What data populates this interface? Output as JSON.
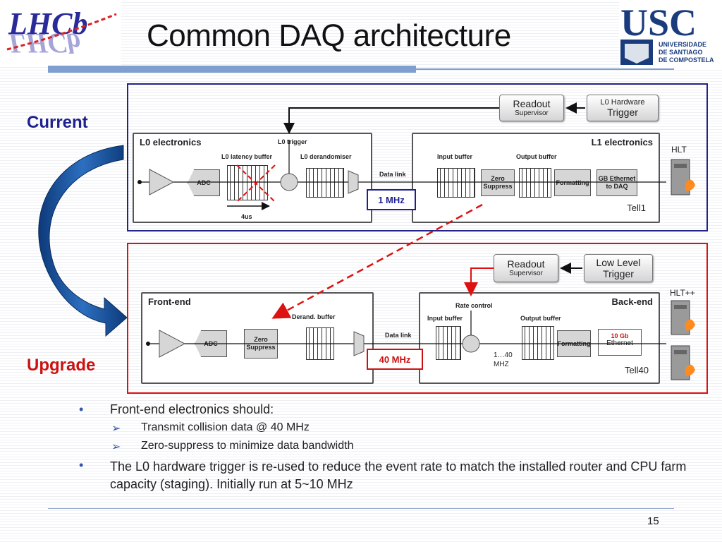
{
  "title": "Common DAQ architecture",
  "logos": {
    "left_text": "LHCb",
    "right_text": "USC",
    "right_sub": [
      "UNIVERSIDADE",
      "DE SANTIAGO",
      "DE COMPOSTELA"
    ]
  },
  "labels": {
    "current": "Current",
    "upgrade": "Upgrade"
  },
  "current": {
    "readout": {
      "line1": "Readout",
      "line2": "Supervisor"
    },
    "trigger": {
      "line1": "L0 Hardware",
      "line2": "Trigger"
    },
    "left_panel": {
      "title": "L0 electronics",
      "l0_trigger": "L0 trigger",
      "latency": "L0 latency buffer",
      "derand": "L0 derandomiser",
      "adc": "ADC",
      "time": "4us"
    },
    "data_link": "Data link",
    "rate": "1 MHz",
    "right_panel": {
      "title": "L1 electronics",
      "input": "Input buffer",
      "output": "Output buffer",
      "zero": [
        "Zero",
        "Suppress"
      ],
      "formatting": "Formatting",
      "gbe": [
        "GB Ethernet",
        "to DAQ"
      ]
    },
    "board": "Tell1",
    "farm": "HLT"
  },
  "upgrade": {
    "readout": {
      "line1": "Readout",
      "line2": "Supervisor"
    },
    "trigger": {
      "line1": "Low Level",
      "line2": "Trigger"
    },
    "left_panel": {
      "title": "Front-end",
      "derand": "Derand. buffer",
      "adc": "ADC",
      "zero": [
        "Zero",
        "Suppress"
      ]
    },
    "data_link": "Data link",
    "rate": "40 MHz",
    "right_panel": {
      "title": "Back-end",
      "rate_control": "Rate control",
      "input": "Input buffer",
      "output": "Output buffer",
      "formatting": "Formatting",
      "eth1": "10 Gb",
      "eth2": "Ethernet",
      "range1": "1…40",
      "range2": "MHZ"
    },
    "board": "Tell40",
    "farm": "HLT++"
  },
  "bullets": [
    {
      "text": "Front-end electronics should:",
      "subs": [
        "Transmit collision data @ 40 MHz",
        "Zero-suppress to minimize data bandwidth"
      ]
    },
    {
      "text": "The L0 hardware trigger is re-used to reduce the event rate to match the installed router and CPU farm capacity (staging). Initially run at 5~10 MHz",
      "subs": []
    }
  ],
  "page_number": "15",
  "colors": {
    "current": "#1f1f8f",
    "upgrade": "#cc1111",
    "accent": "#7f9fd0"
  }
}
